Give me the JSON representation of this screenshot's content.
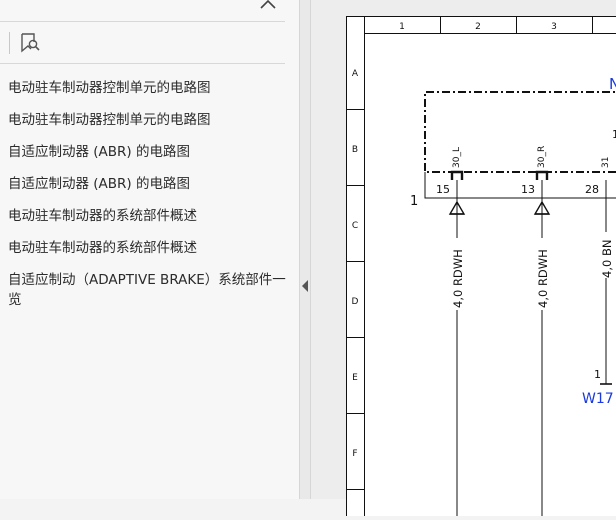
{
  "sidebar": {
    "bookmarks": [
      "电动驻车制动器控制单元的电路图",
      "电动驻车制动器控制单元的电路图",
      "自适应制动器 (ABR) 的电路图",
      "自适应制动器 (ABR) 的电路图",
      "电动驻车制动器的系统部件概述",
      "电动驻车制动器的系统部件概述",
      "自适应制动（ADAPTIVE BRAKE）系统部件一览"
    ]
  },
  "diagram": {
    "columns": [
      "1",
      "2",
      "3"
    ],
    "rows": [
      "A",
      "B",
      "C",
      "D",
      "E",
      "F"
    ],
    "component_label_partial": "N",
    "component_digit_partial": "1",
    "pin_names": [
      "30_L",
      "30_R",
      "31"
    ],
    "pin_numbers": [
      "15",
      "13",
      "28"
    ],
    "connector_label": "1",
    "wire_labels": [
      "4,0 RDWH",
      "4,0 RDWH",
      "4,0 BN"
    ],
    "ground_pin_label": "1",
    "ground_component_label": "W17"
  },
  "colors": {
    "link_blue": "#1a3adf",
    "line": "#111111"
  }
}
